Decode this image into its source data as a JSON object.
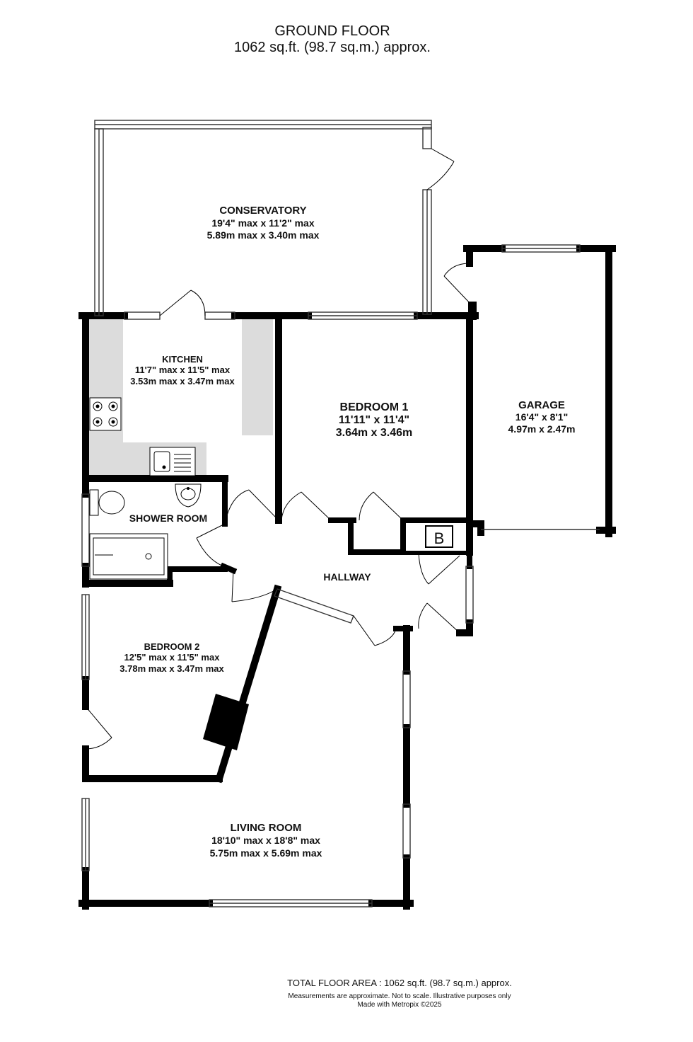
{
  "header": {
    "title": "GROUND FLOOR",
    "area": "1062 sq.ft. (98.7 sq.m.) approx."
  },
  "rooms": {
    "conservatory": {
      "name": "CONSERVATORY",
      "dim_imperial": "19'4\" max x 11'2\" max",
      "dim_metric": "5.89m max x 3.40m max"
    },
    "kitchen": {
      "name": "KITCHEN",
      "dim_imperial": "11'7\" max x 11'5\" max",
      "dim_metric": "3.53m max x 3.47m max"
    },
    "bedroom1": {
      "name": "BEDROOM 1",
      "dim_imperial": "11'11\"  x 11'4\"",
      "dim_metric": "3.64m  x 3.46m"
    },
    "garage": {
      "name": "GARAGE",
      "dim_imperial": "16'4\"  x 8'1\"",
      "dim_metric": "4.97m  x 2.47m"
    },
    "shower_room": {
      "name": "SHOWER ROOM"
    },
    "hallway": {
      "name": "HALLWAY"
    },
    "bedroom2": {
      "name": "BEDROOM 2",
      "dim_imperial": "12'5\" max x 11'5\" max",
      "dim_metric": "3.78m max x 3.47m max"
    },
    "living_room": {
      "name": "LIVING ROOM",
      "dim_imperial": "18'10\" max x 18'8\" max",
      "dim_metric": "5.75m max x 5.69m max"
    }
  },
  "boiler_label": "B",
  "footer": {
    "total": "TOTAL FLOOR AREA : 1062 sq.ft. (98.7 sq.m.) approx.",
    "disclaimer": "Measurements are approximate.  Not to scale.  Illustrative purposes only",
    "made_with": "Made with Metropix ©2025"
  },
  "colors": {
    "wall": "#000000",
    "fitted_units": "#dcdcdc",
    "window_frame": "#555555",
    "background": "#ffffff"
  }
}
